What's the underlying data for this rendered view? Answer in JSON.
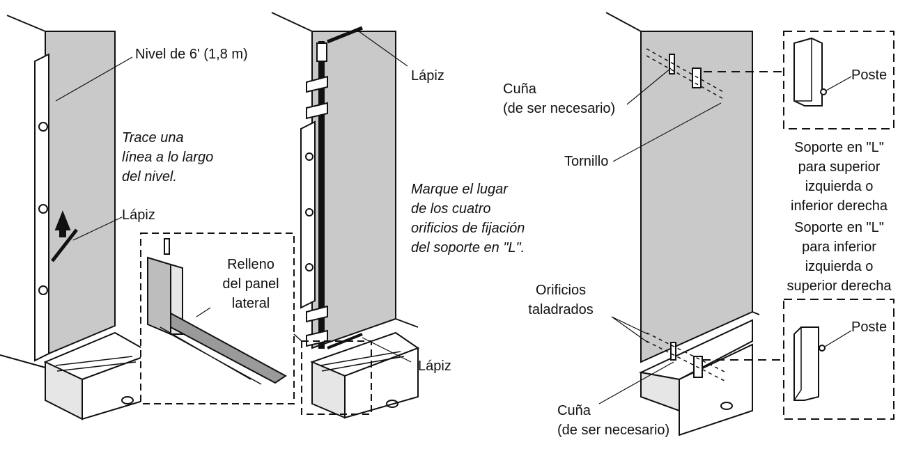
{
  "panel1": {
    "level_label": "Nivel de 6' (1,8 m)",
    "instruction_lines": [
      "Trace una",
      "línea a lo largo",
      "del nivel."
    ],
    "pencil_label": "Lápiz"
  },
  "panel2": {
    "pencil_top_label": "Lápiz",
    "filler_label_lines": [
      "Relleno",
      "del panel",
      "lateral"
    ],
    "instruction_lines": [
      "Marque el lugar",
      "de los cuatro",
      "orificios de fijación",
      "del soporte en \"L\"."
    ],
    "pencil_bottom_label": "Lápiz"
  },
  "panel3": {
    "shim_top_lines": [
      "Cuña",
      "(de ser necesario)"
    ],
    "screw_label": "Tornillo",
    "post_top_label": "Poste",
    "bracket_top_lines": [
      "Soporte en \"L\"",
      "para superior",
      "izquierda o",
      "inferior derecha"
    ],
    "bracket_bottom_lines": [
      "Soporte en \"L\"",
      "para inferior",
      "izquierda o",
      "superior derecha"
    ],
    "drilled_holes_lines": [
      "Orificios",
      "taladrados"
    ],
    "post_bottom_label": "Poste",
    "shim_bottom_lines": [
      "Cuña",
      "(de ser necesario)"
    ]
  },
  "colors": {
    "wall": "#c9c9c9",
    "line": "#111111",
    "paper": "#ffffff"
  }
}
